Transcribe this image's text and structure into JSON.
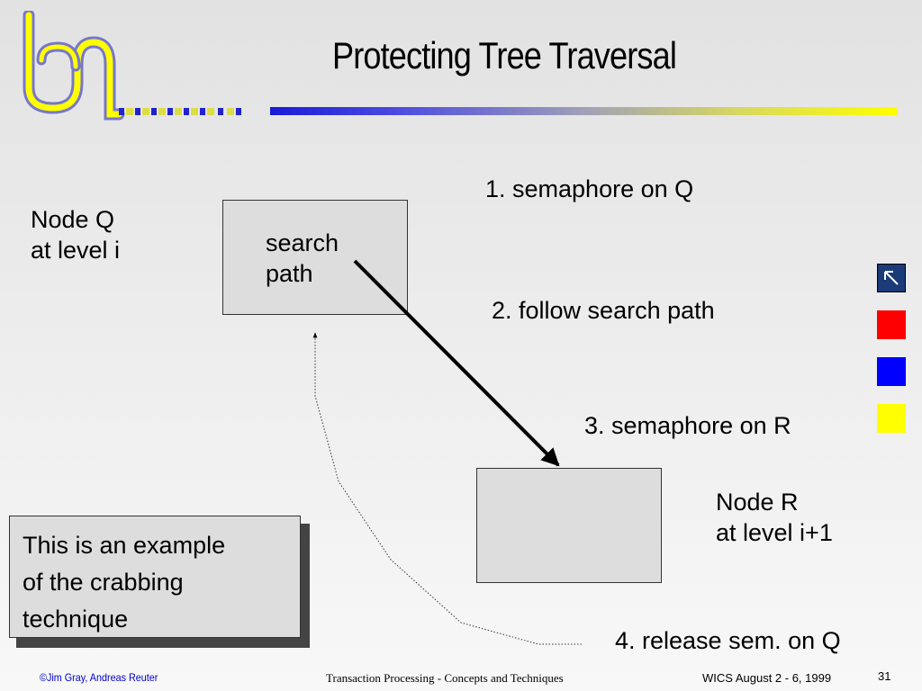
{
  "slide": {
    "title": "Protecting Tree Traversal",
    "node_q_line1": "Node Q",
    "node_q_line2": "at level i",
    "search_line1": "search",
    "search_line2": "path",
    "node_r_line1": "Node R",
    "node_r_line2": "at level i+1",
    "steps": [
      "1. semaphore on Q",
      "2. follow search path",
      "3. semaphore on R",
      "4. release sem. on Q"
    ],
    "note_lines": [
      "This is an example",
      "of the crabbing",
      "technique"
    ]
  },
  "footer": {
    "copyright": "©Jim Gray, Andreas Reuter",
    "course": "Transaction Processing - Concepts and Techniques",
    "event": "WICS August 2 - 6, 1999",
    "page_number": "31"
  },
  "side_buttons": {
    "nav_icon": "arrow-up-left-icon",
    "colors": [
      "#ff0000",
      "#0000ff",
      "#ffff00"
    ]
  }
}
